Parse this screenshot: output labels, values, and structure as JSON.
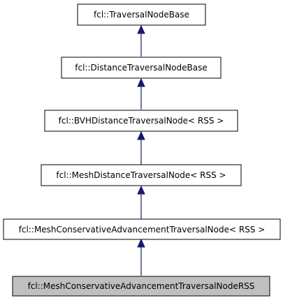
{
  "diagram": {
    "nodes": [
      {
        "id": "n0",
        "label": "fcl::TraversalNodeBase",
        "highlighted": false
      },
      {
        "id": "n1",
        "label": "fcl::DistanceTraversalNodeBase",
        "highlighted": false
      },
      {
        "id": "n2",
        "label": "fcl::BVHDistanceTraversalNode< RSS >",
        "highlighted": false
      },
      {
        "id": "n3",
        "label": "fcl::MeshDistanceTraversalNode< RSS >",
        "highlighted": false
      },
      {
        "id": "n4",
        "label": "fcl::MeshConservativeAdvancementTraversalNode< RSS >",
        "highlighted": false
      },
      {
        "id": "n5",
        "label": "fcl::MeshConservativeAdvancementTraversalNodeRSS",
        "highlighted": true
      }
    ],
    "edges": [
      {
        "from": "n1",
        "to": "n0"
      },
      {
        "from": "n2",
        "to": "n1"
      },
      {
        "from": "n3",
        "to": "n2"
      },
      {
        "from": "n4",
        "to": "n3"
      },
      {
        "from": "n5",
        "to": "n4"
      }
    ],
    "colors": {
      "edge": "#191970",
      "highlight_fill": "#bfbfbf",
      "node_fill": "#ffffff",
      "node_border": "#000000"
    }
  }
}
